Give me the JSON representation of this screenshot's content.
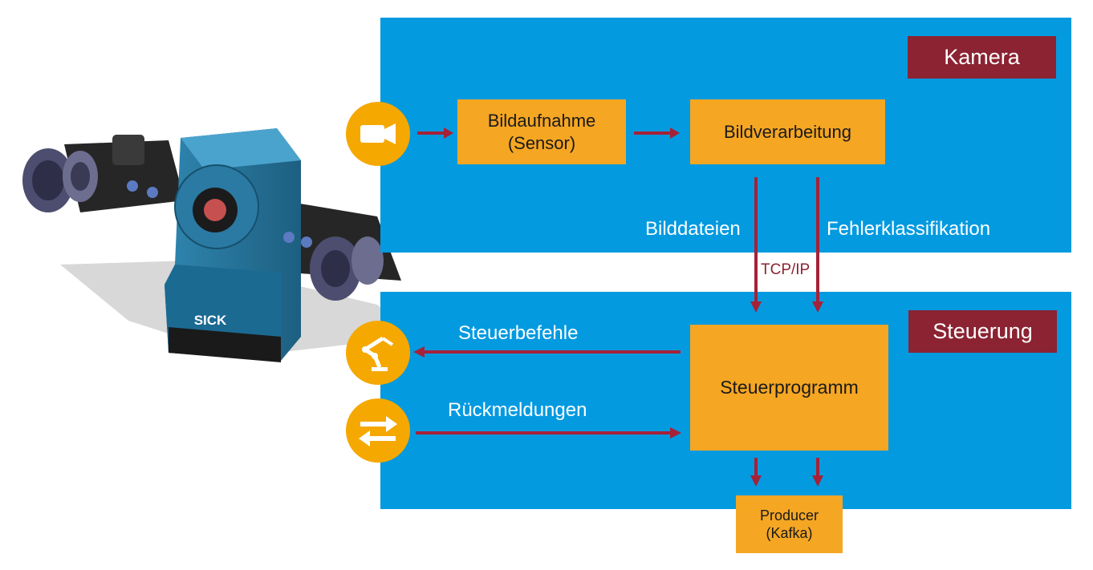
{
  "colors": {
    "panel_blue": "#039ae0",
    "box_orange": "#f5a623",
    "badge_red": "#8b2332",
    "arrow": "#a52238",
    "icon_circle": "#f5a800"
  },
  "camera_panel": {
    "badge": "Kamera",
    "icon": "video-camera-icon",
    "box_capture": [
      "Bildaufnahme",
      "(Sensor)"
    ],
    "box_processing": "Bildverarbeitung",
    "label_images": "Bilddateien",
    "label_classification": "Fehlerklassifikation"
  },
  "link_label": "TCP/IP",
  "control_panel": {
    "badge": "Steuerung",
    "program_box": "Steuerprogramm",
    "label_commands": "Steuerbefehle",
    "label_feedback": "Rückmeldungen",
    "robot_icon": "robot-arm-icon",
    "exchange_icon": "exchange-arrows-icon"
  },
  "producer": [
    "Producer",
    "(Kafka)"
  ],
  "device": {
    "brand": "SICK",
    "illustration": "sick-camera-device"
  }
}
